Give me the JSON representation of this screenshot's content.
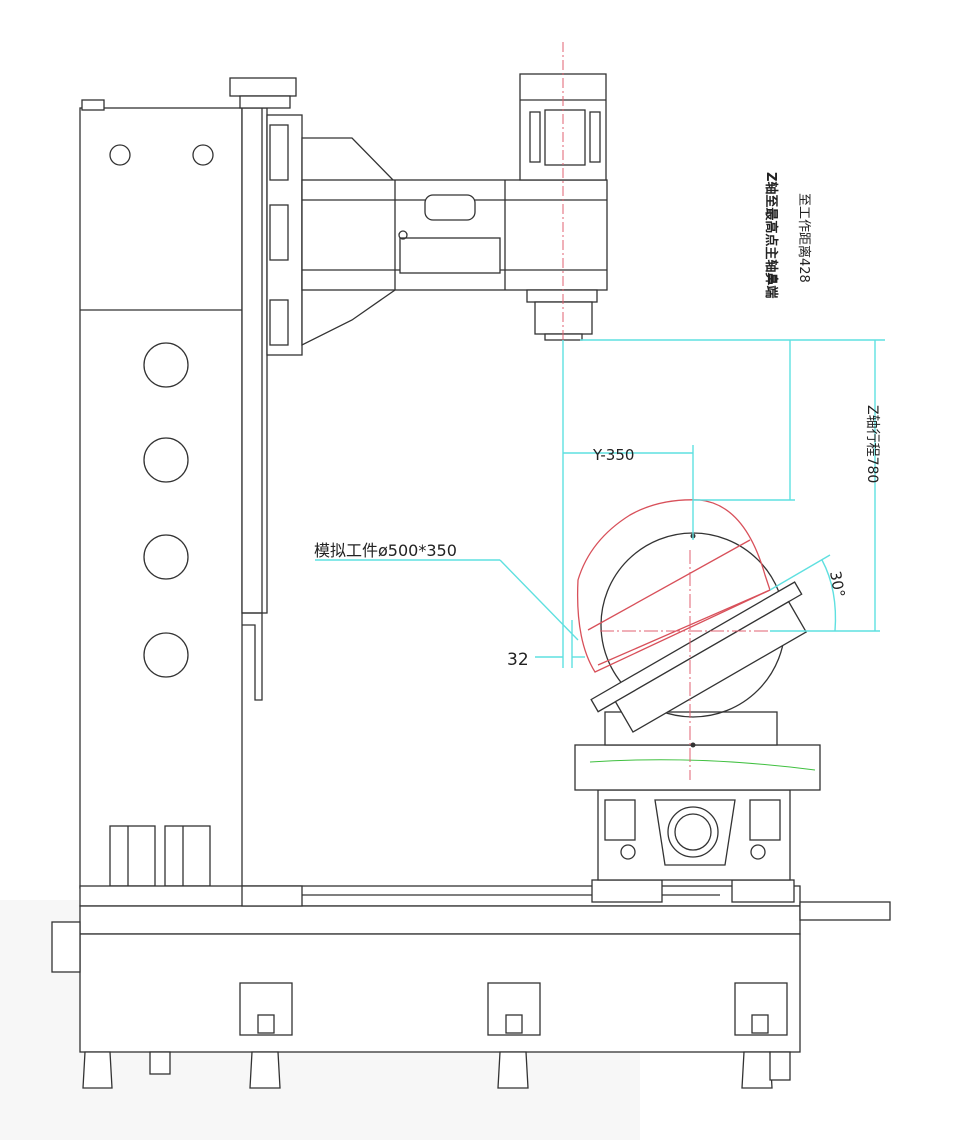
{
  "labels": {
    "z_top_line1": "Z轴至最高点主轴鼻端",
    "z_top_line2": "至工作距离428",
    "y_travel": "Y-350",
    "z_travel": "Z轴行程780",
    "workpiece": "模拟工件ø500*350",
    "offset": "32",
    "angle": "30°"
  },
  "colors": {
    "dimension": "#5fe0e0",
    "workpiece": "#d8505a",
    "outline": "#333333"
  }
}
